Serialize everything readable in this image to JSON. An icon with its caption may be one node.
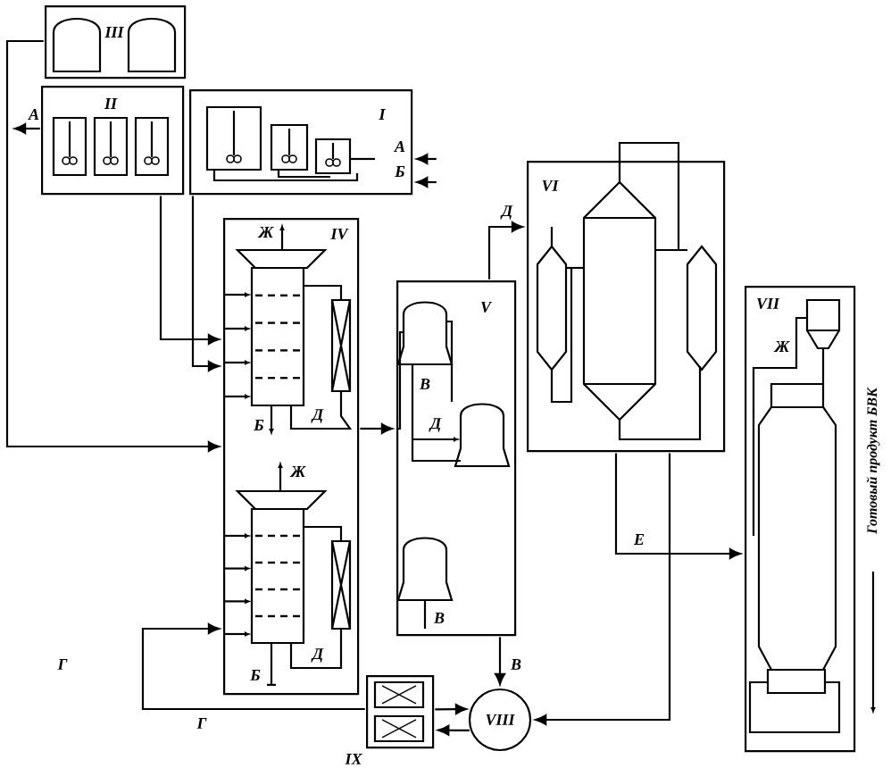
{
  "diagram": {
    "nodes": [
      {
        "text": [
          "III"
        ]
      },
      {
        "text": [
          "II"
        ]
      },
      {
        "text": [
          "I"
        ]
      },
      {
        "text": [
          "IV"
        ]
      },
      {
        "text": [
          "V"
        ]
      },
      {
        "text": [
          "VI"
        ]
      },
      {
        "text": [
          "VII"
        ],
        "beside": [
          "Готовый продукт БВК"
        ]
      },
      {
        "text": [
          "VIII"
        ]
      },
      {
        "text": [
          "IX"
        ]
      }
    ],
    "edges": [
      {
        "from": 0,
        "to": 3,
        "arrow": "to"
      },
      {
        "from": 1,
        "to": 3,
        "arrow": "to"
      },
      {
        "from": 2,
        "to": 3,
        "arrow": "to"
      },
      {
        "from": 3,
        "to": 4,
        "arrow": "to",
        "label": "Д"
      },
      {
        "from": 4,
        "to": 7,
        "arrow": "to",
        "label": "В"
      },
      {
        "from": 8,
        "to": 7,
        "arrow": "to"
      },
      {
        "from": 7,
        "to": 8,
        "arrow": "to"
      },
      {
        "from": 5,
        "to": 7,
        "arrow": "to"
      },
      {
        "from": 4,
        "to": 5,
        "arrow": "to",
        "label": "Д"
      },
      {
        "from": 5,
        "to": 6,
        "arrow": "to",
        "label": "Е"
      },
      {
        "from": 8,
        "to": 3,
        "arrow": "to",
        "label": "Г"
      },
      {
        "from": null,
        "to": 2,
        "arrow": "to",
        "label": "А"
      },
      {
        "from": null,
        "to": 2,
        "arrow": "to",
        "label": "Б"
      },
      {
        "from": 1,
        "to": null,
        "arrow": "to",
        "label": "А"
      }
    ],
    "labels": [
      "Ж",
      "Ж",
      "В",
      "Б",
      "Д",
      "Ж",
      "В",
      "Д",
      "Г",
      "Б"
    ]
  }
}
